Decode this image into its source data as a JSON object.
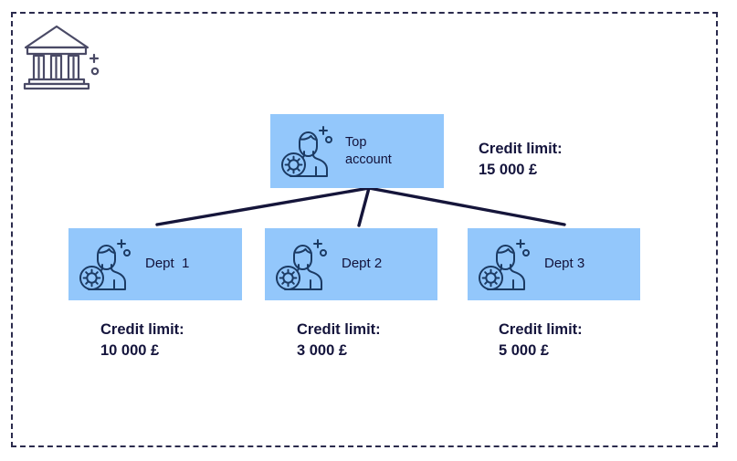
{
  "diagram": {
    "title_icon": "bank-building-icon",
    "frame_style": "dashed",
    "accent_box_color": "#93c7fb",
    "text_color": "#14143c",
    "connector_color": "#15153a",
    "top_account": {
      "label": "Top\naccount",
      "icon": "user-gear-icon",
      "credit_limit_label": "Credit limit:",
      "credit_limit_value": "15 000 £"
    },
    "departments": [
      {
        "label": "Dept  1",
        "icon": "user-gear-icon",
        "credit_limit_label": "Credit limit:",
        "credit_limit_value": "10 000 £"
      },
      {
        "label": "Dept 2",
        "icon": "user-gear-icon",
        "credit_limit_label": "Credit limit:",
        "credit_limit_value": "3 000 £"
      },
      {
        "label": "Dept 3",
        "icon": "user-gear-icon",
        "credit_limit_label": "Credit limit:",
        "credit_limit_value": "5 000 £"
      }
    ]
  }
}
